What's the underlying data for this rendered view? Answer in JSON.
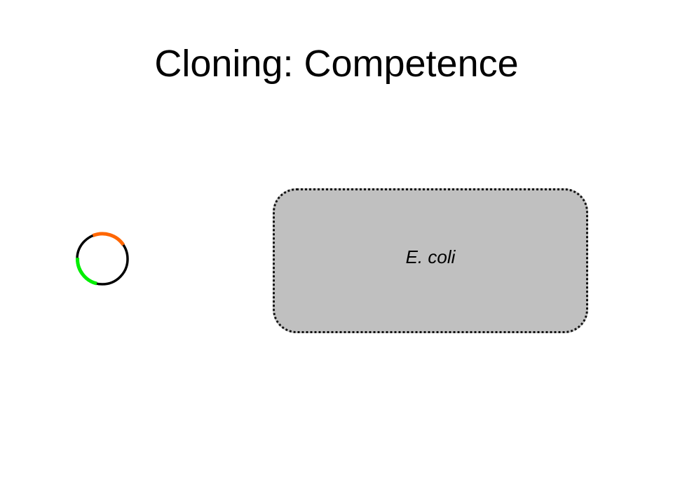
{
  "slide": {
    "title": "Cloning: Competence"
  },
  "plasmid": {
    "backbone_color": "#000000",
    "segments": [
      {
        "name": "orange-segment",
        "color": "#ff6600"
      },
      {
        "name": "green-segment",
        "color": "#00ee00"
      }
    ]
  },
  "cell": {
    "label": "E. coli",
    "fill_color": "#c0c0c0",
    "border_color": "#111111"
  }
}
